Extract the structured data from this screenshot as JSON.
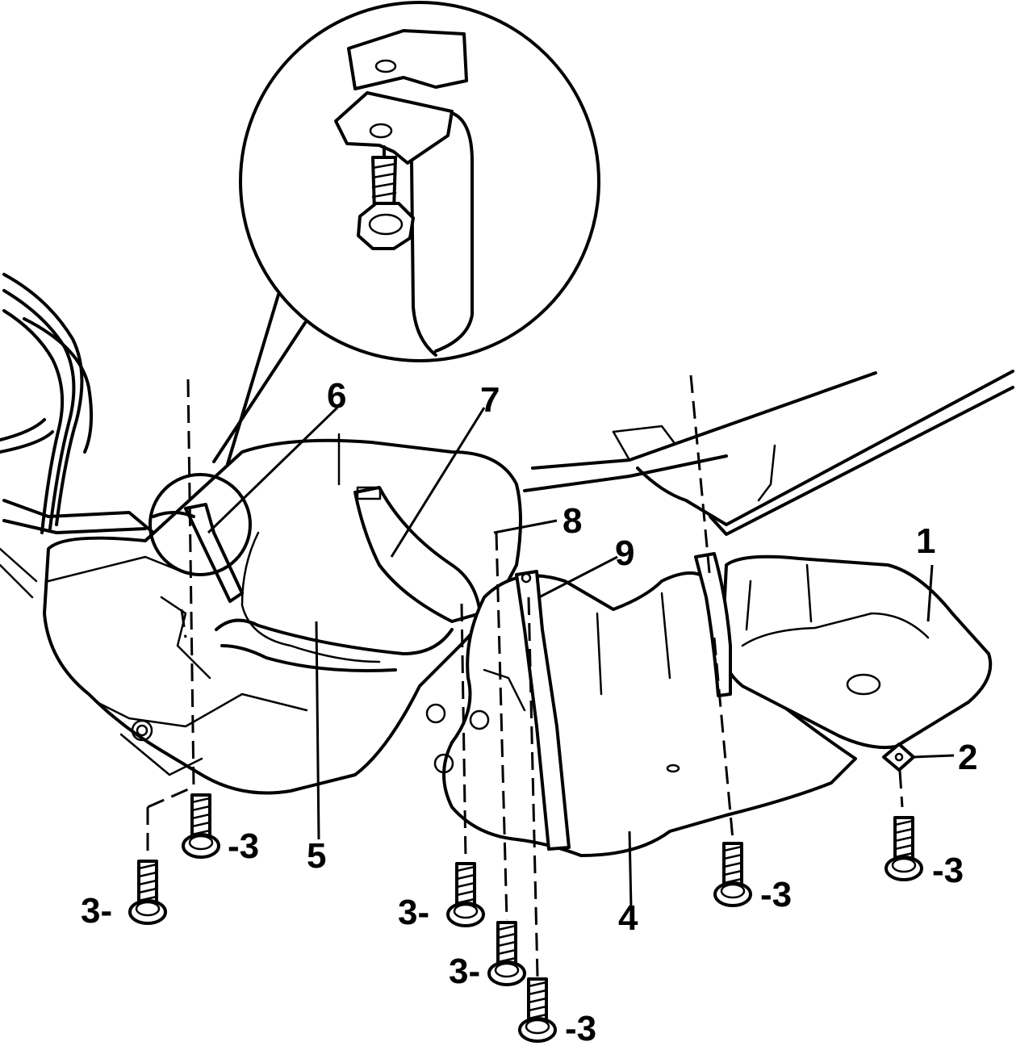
{
  "callouts": {
    "c1": "1",
    "c2": "2",
    "c3": "3",
    "c4": "4",
    "c5": "5",
    "c6": "6",
    "c7": "7",
    "c8": "8",
    "c9": "9"
  },
  "callout_prefix": "3-",
  "callout_suffix": "-3"
}
